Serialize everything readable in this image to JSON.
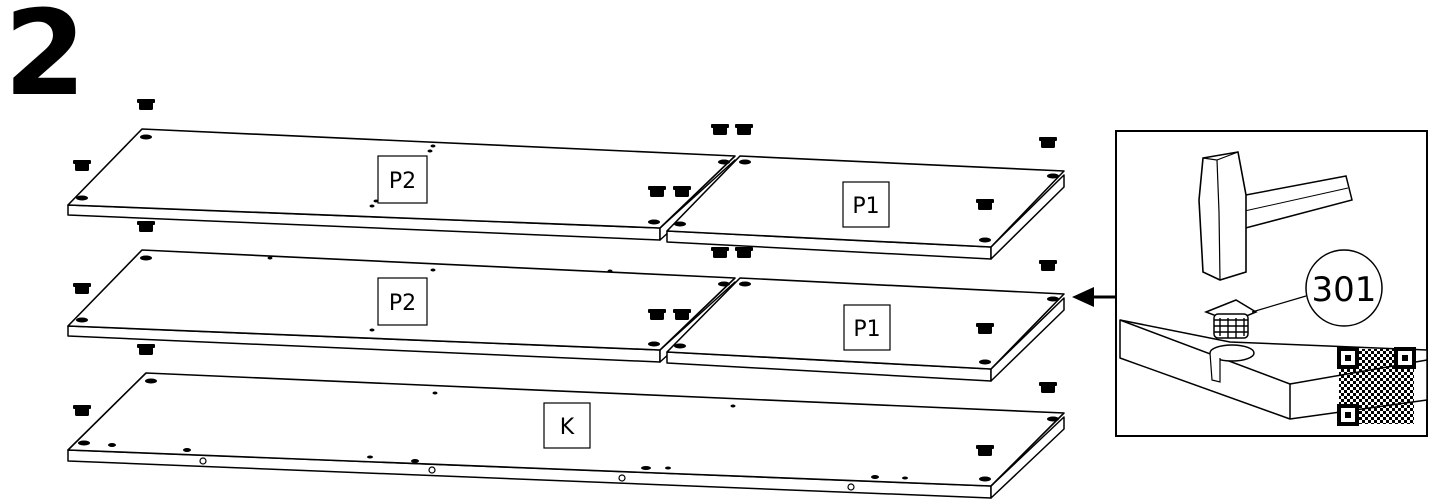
{
  "step": {
    "number": "2"
  },
  "panels": [
    {
      "id": "top-left-panel",
      "label": "P2"
    },
    {
      "id": "top-right-panel",
      "label": "P1"
    },
    {
      "id": "middle-left-panel",
      "label": "P2"
    },
    {
      "id": "middle-right-panel",
      "label": "P1"
    },
    {
      "id": "bottom-panel",
      "label": "K"
    }
  ],
  "detail": {
    "part_number": "301"
  },
  "icons": [
    "cam-fitting-icon",
    "hammer-icon",
    "arrow-left-icon",
    "qr-code-icon"
  ]
}
